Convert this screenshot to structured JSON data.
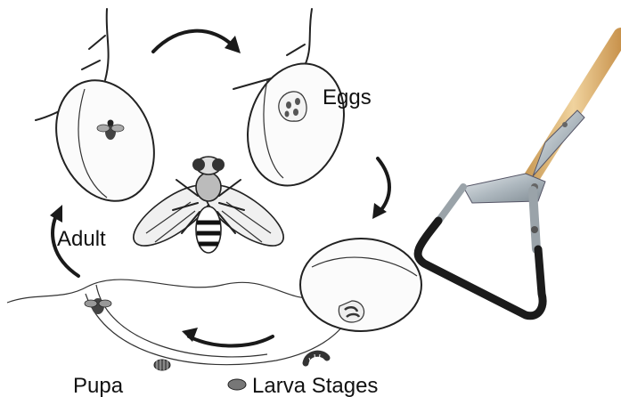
{
  "labels": {
    "eggs": "Eggs",
    "adult": "Adult",
    "pupa": "Pupa",
    "larva_stages": "Larva Stages"
  },
  "icons": [
    "fruit-fly-adult-icon",
    "hoe-tool-icon",
    "pupa-icon",
    "larva-icon",
    "egg-cluster-icon"
  ],
  "colors": {
    "handle_wood": "#e9c78f",
    "hoe_metal": "#b9c2c8",
    "hoe_blade": "#1b1b1b"
  }
}
